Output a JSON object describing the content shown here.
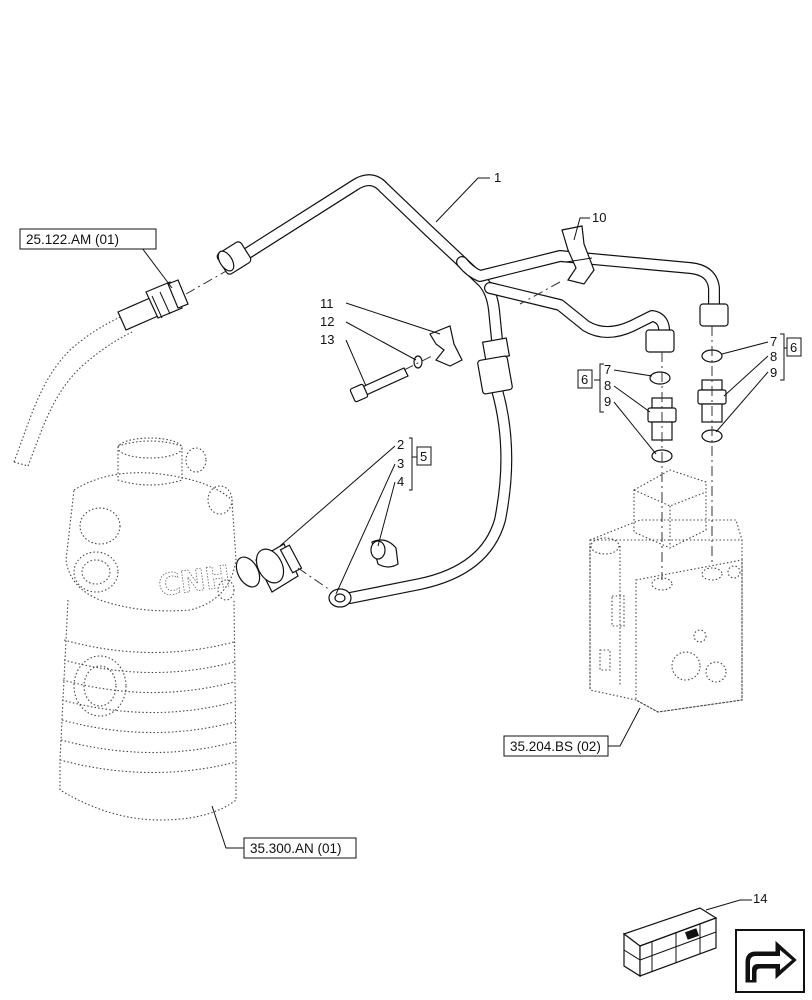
{
  "callouts": {
    "c1": "1",
    "c2": "2",
    "c3": "3",
    "c4": "4",
    "c5": "5",
    "c6a": "6",
    "c6b": "6",
    "c7a": "7",
    "c8a": "8",
    "c9a": "9",
    "c7b": "7",
    "c8b": "8",
    "c9b": "9",
    "c10": "10",
    "c11": "11",
    "c12": "12",
    "c13": "13",
    "c14": "14"
  },
  "references": {
    "ref_top_left": "25.122.AM (01)",
    "ref_valve": "35.204.BS (02)",
    "ref_filter": "35.300.AN (01)"
  },
  "embossed": {
    "filter_logo": "CNH"
  },
  "icons": {
    "nav": "next-page-arrow-icon",
    "kit": "crate-kit-icon"
  }
}
